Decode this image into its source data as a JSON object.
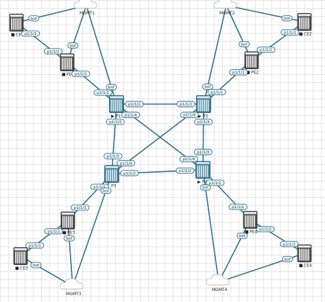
{
  "colors": {
    "link": "#2b6e86",
    "core_router": "#3f7d99",
    "edge_router": "#505050",
    "port_fill": "#eef6f9"
  },
  "nodes": {
    "MGMT1": {
      "kind": "cloud",
      "label": "MGMT1"
    },
    "MGMT2": {
      "kind": "cloud",
      "label": "MGMT2"
    },
    "MGMT3": {
      "kind": "cloud",
      "label": "MGMT3"
    },
    "MGMT4": {
      "kind": "cloud",
      "label": "MGMT4"
    },
    "CE1": {
      "kind": "edge",
      "label": "CE1",
      "marker": "■"
    },
    "CE2": {
      "kind": "edge",
      "label": "CE2",
      "marker": "■"
    },
    "CE3": {
      "kind": "edge",
      "label": "CE3",
      "marker": "■"
    },
    "CE4": {
      "kind": "edge",
      "label": "CE4",
      "marker": "■"
    },
    "PE1": {
      "kind": "edge",
      "label": "PE1",
      "marker": "■"
    },
    "PE2": {
      "kind": "edge",
      "label": "PE2",
      "marker": "■"
    },
    "PE3": {
      "kind": "edge",
      "label": "PE3",
      "marker": "■"
    },
    "PE4": {
      "kind": "edge",
      "label": "PE4",
      "marker": "■"
    },
    "P1": {
      "kind": "core",
      "label": "P1",
      "marker": "▶"
    },
    "P2": {
      "kind": "core",
      "label": "P2",
      "marker": "▶"
    },
    "P3": {
      "kind": "core",
      "label": "P3",
      "marker": "▶"
    },
    "P4": {
      "kind": "core",
      "label": "P4",
      "marker": "▶"
    }
  },
  "links": [
    {
      "a": "CE1",
      "b": "MGMT1",
      "a_port": "bof"
    },
    {
      "a": "CE1",
      "b": "PE1",
      "a_port": "p1/1/1",
      "b_port": "p1/1/2"
    },
    {
      "a": "PE1",
      "b": "MGMT1",
      "a_port": "bof"
    },
    {
      "a": "PE1",
      "b": "P1",
      "a_port": "p1/1/1",
      "b_port": "p1/1/1"
    },
    {
      "a": "MGMT1",
      "b": "P1",
      "b_port": "bof"
    },
    {
      "a": "CE2",
      "b": "MGMT2",
      "a_port": "bof"
    },
    {
      "a": "CE2",
      "b": "PE2",
      "a_port": "p1/1/1",
      "b_port": "p1/1/2"
    },
    {
      "a": "PE2",
      "b": "MGMT2",
      "a_port": "bof"
    },
    {
      "a": "PE2",
      "b": "P2",
      "a_port": "p1/1/1",
      "b_port": "p1/1/1"
    },
    {
      "a": "MGMT2",
      "b": "P2",
      "b_port": "bof"
    },
    {
      "a": "P1",
      "b": "P2",
      "a_port": "p1/1/2",
      "b_port": "p1/1/2"
    },
    {
      "a": "P1",
      "b": "P3",
      "a_port": "p1/1/3",
      "b_port": "p1/1/3"
    },
    {
      "a": "P1",
      "b": "P4",
      "a_port": "p1/1/4",
      "b_port": "p1/1/4"
    },
    {
      "a": "P2",
      "b": "P3",
      "a_port": "p1/1/4",
      "b_port": "p1/1/4"
    },
    {
      "a": "P2",
      "b": "P4",
      "a_port": "p1/1/3",
      "b_port": "p1/1/3"
    },
    {
      "a": "P3",
      "b": "P4",
      "a_port": "p1/1/2",
      "b_port": "p1/1/2"
    },
    {
      "a": "P3",
      "b": "PE3",
      "a_port": "p1/1/1",
      "b_port": "p1/1/1"
    },
    {
      "a": "P3",
      "b": "MGMT3",
      "a_port": "bof"
    },
    {
      "a": "PE3",
      "b": "CE3",
      "a_port": "p1/1/2",
      "b_port": "p1/1/1"
    },
    {
      "a": "PE3",
      "b": "MGMT3",
      "a_port": "bof"
    },
    {
      "a": "CE3",
      "b": "MGMT3",
      "a_port": "bof"
    },
    {
      "a": "P4",
      "b": "PE4",
      "a_port": "p1/1/1",
      "b_port": "p1/1/1"
    },
    {
      "a": "P4",
      "b": "MGMT4",
      "a_port": "bof"
    },
    {
      "a": "PE4",
      "b": "CE4",
      "a_port": "p1/1/2",
      "b_port": "p1/1/1"
    },
    {
      "a": "PE4",
      "b": "MGMT4",
      "a_port": "bof"
    },
    {
      "a": "CE4",
      "b": "MGMT4",
      "a_port": "bof"
    }
  ]
}
